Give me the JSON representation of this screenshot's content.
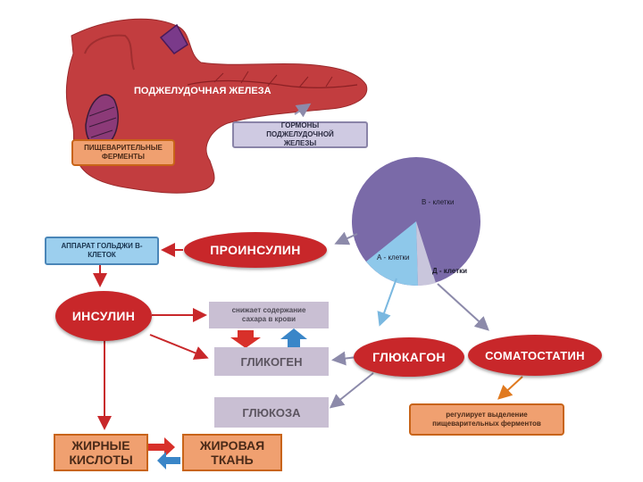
{
  "pancreas": {
    "title": "ПОДЖЕЛУДОЧНАЯ ЖЕЛЕЗА",
    "enzymes": "ПИЩЕВАРИТЕЛЬНЫЕ ФЕРМЕНТЫ",
    "hormones": "ГОРМОНЫ ПОДЖЕЛУДОЧНОЙ ЖЕЛЕЗЫ"
  },
  "pie": {
    "b_cells": "В - клетки",
    "a_cells": "А - клетки",
    "d_cells": "Д - клетки"
  },
  "nodes": {
    "golgi": "АППАРАТ ГОЛЬДЖИ В-КЛЕТОК",
    "proinsulin": "ПРОИНСУЛИН",
    "insulin": "ИНСУЛИН",
    "lowers_sugar": "снижает содержание сахара в крови",
    "glycogen": "ГЛИКОГЕН",
    "glucagon": "ГЛЮКАГОН",
    "somatostatin": "СОМАТОСТАТИН",
    "glucose": "ГЛЮКОЗА",
    "regulates": "регулирует выделение пищеварительных ферментов",
    "fatty_acids": "ЖИРНЫЕ КИСЛОТЫ",
    "adipose": "ЖИРОВАЯ ТКАНЬ"
  },
  "colors": {
    "red": "#c8272a",
    "lavender": "#c9bfd3",
    "pie_purple": "#7a6aa8",
    "pie_blue": "#8ec8ea",
    "pie_grey": "#c9c6dc"
  }
}
